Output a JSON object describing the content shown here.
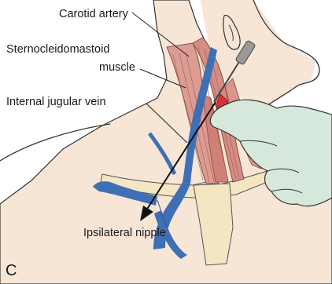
{
  "labels": {
    "carotid": "Carotid artery",
    "scm_line1": "Sternocleidomastoid",
    "scm_line2": "muscle",
    "ijv": "Internal jugular vein",
    "nipple": "Ipsilateral nipple"
  },
  "panel_letter": "C",
  "colors": {
    "skin": "#f7e6d6",
    "muscle": "#dc9c93",
    "vein": "#3f6fb4",
    "artery": "#d8323a",
    "bone": "#f2e7c2",
    "glove": "#d6e8dc",
    "outline": "#333333"
  }
}
